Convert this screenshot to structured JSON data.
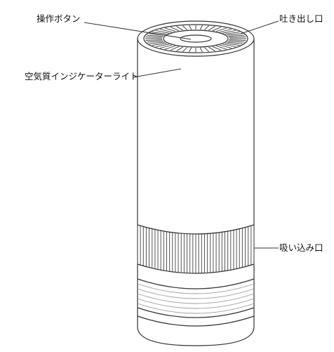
{
  "labels": {
    "operation_button": "操作ボタン",
    "air_outlet": "吐き出し口",
    "air_quality_indicator": "空気質インジケーターライト",
    "air_inlet": "吸い込み口"
  },
  "colors": {
    "line": "#333333",
    "body_fill": "#ffffff",
    "grille": "#444444"
  }
}
